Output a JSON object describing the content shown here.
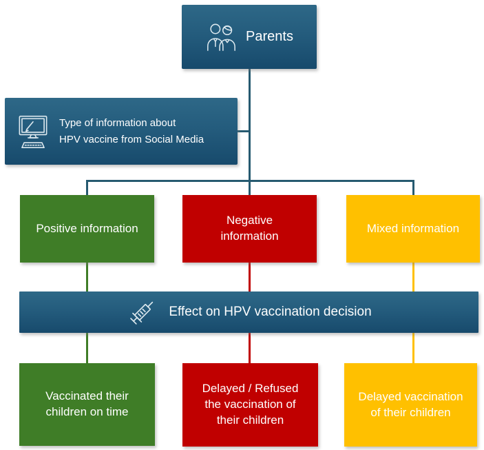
{
  "colors": {
    "blue_gradient_top": "#2e6887",
    "blue_gradient_bottom": "#174a6c",
    "green": "#3f7d27",
    "red": "#c00000",
    "yellow": "#ffc000",
    "connector_line": "#265a70",
    "text": "#ffffff"
  },
  "nodes": {
    "parents": {
      "label_lines": [
        "Parents"
      ],
      "icon": "parents-icon"
    },
    "social_media": {
      "label_lines": [
        "Type of information about",
        "HPV vaccine from Social Media"
      ],
      "icon": "computer-icon"
    },
    "positive_info": {
      "label_lines": [
        "Positive information"
      ]
    },
    "negative_info": {
      "label_lines": [
        "Negative",
        "information"
      ]
    },
    "mixed_info": {
      "label_lines": [
        "Mixed information"
      ]
    },
    "effect_banner": {
      "label_lines": [
        "Effect on HPV vaccination decision"
      ],
      "icon": "syringe-icon"
    },
    "vaccinated_on_time": {
      "label_lines": [
        "Vaccinated their",
        "children on time"
      ]
    },
    "delayed_refused": {
      "label_lines": [
        "Delayed / Refused",
        "the vaccination of",
        "their children"
      ]
    },
    "delayed_vaccination": {
      "label_lines": [
        "Delayed vaccination",
        "of their children"
      ]
    }
  }
}
